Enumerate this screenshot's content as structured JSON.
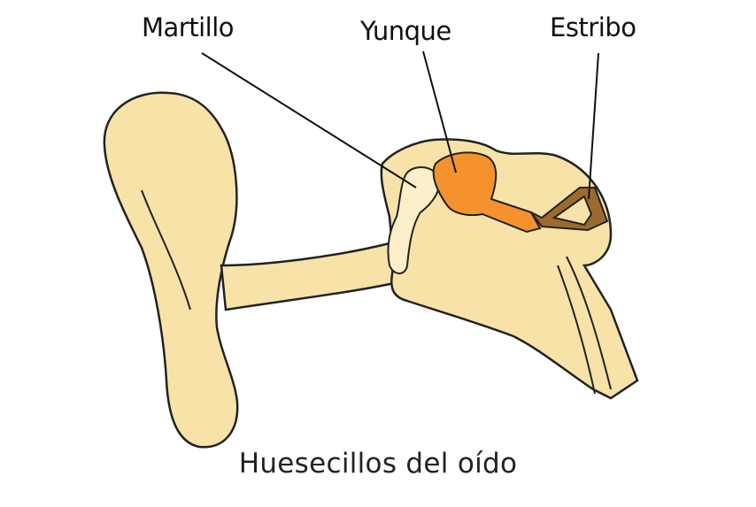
{
  "labels": {
    "hammer": "Martillo",
    "anvil": "Yunque",
    "stirrup": "Estribo"
  },
  "caption": "Huesecillos del oído",
  "colors": {
    "ear_tissue": "#f7e3a8",
    "outline": "#222222",
    "hammer": "#fcefc9",
    "anvil": "#f6922e",
    "stirrup": "#9c6a2c"
  }
}
